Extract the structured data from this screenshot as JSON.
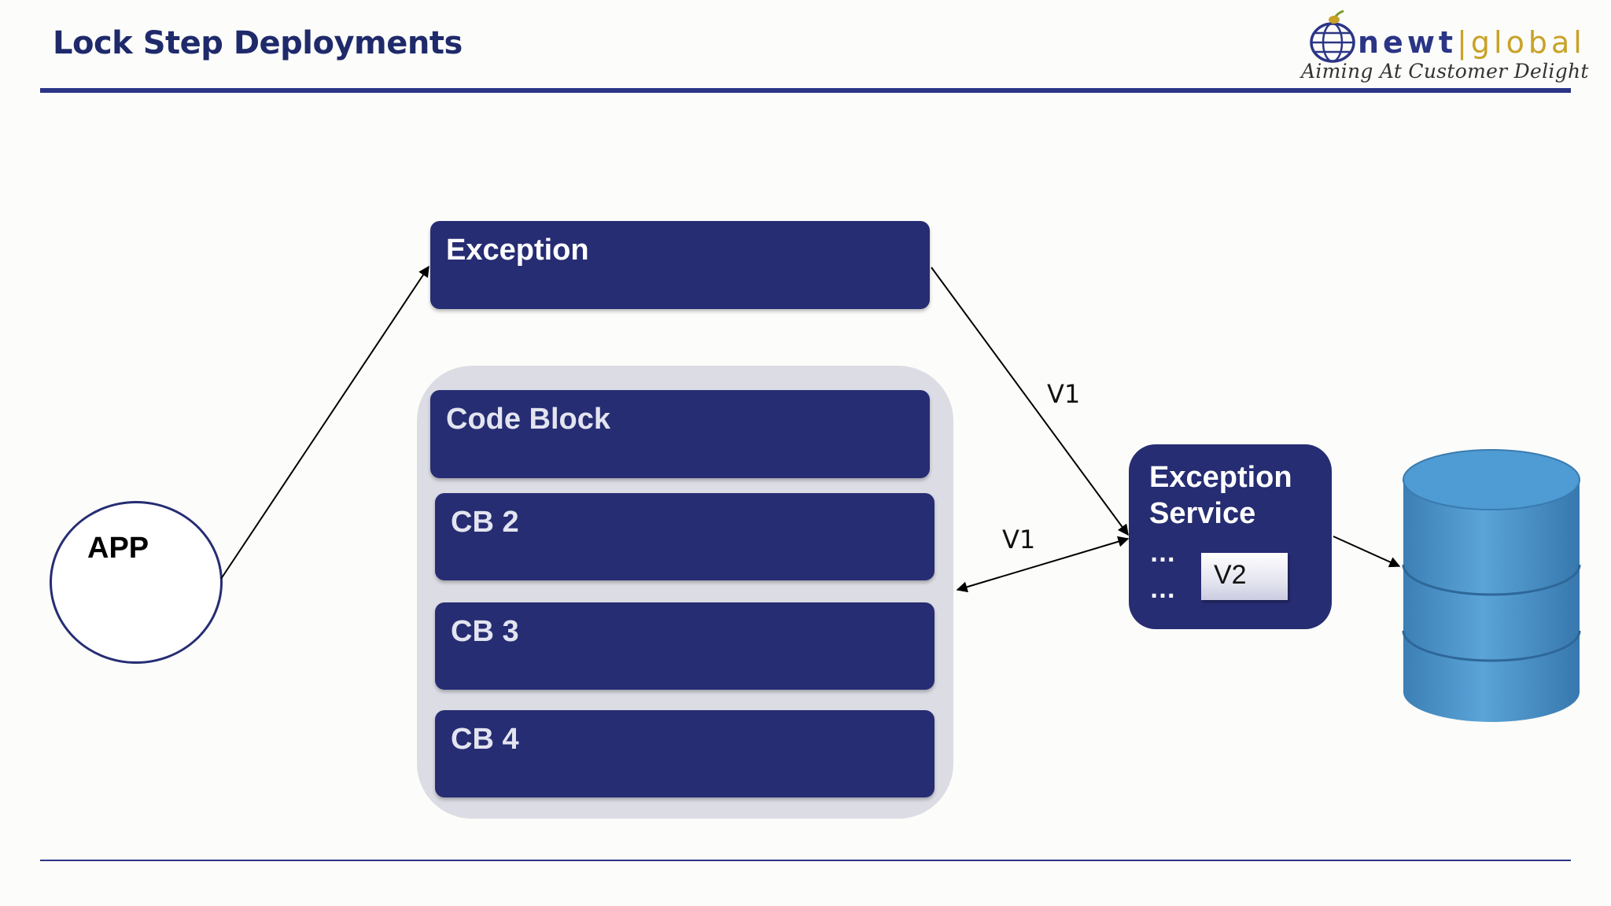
{
  "slide": {
    "title": "Lock Step Deployments"
  },
  "logo": {
    "word_left": "newt",
    "separator": "|",
    "word_right": "global",
    "tagline": "Aiming At Customer Delight"
  },
  "diagram": {
    "app": "APP",
    "exception_box": "Exception",
    "code_block": "Code Block",
    "cb2": "CB 2",
    "cb3": "CB 3",
    "cb4": "CB 4",
    "service_title": "Exception Service",
    "service_dots_1": "…",
    "service_dots_2": "…",
    "service_version": "V2",
    "edge_exception_to_service": "V1",
    "edge_service_to_group": "V1"
  },
  "colors": {
    "navy": "#262d73",
    "title": "#1f2a6b",
    "gold": "#c9a227",
    "db_blue": "#4a93c8"
  }
}
